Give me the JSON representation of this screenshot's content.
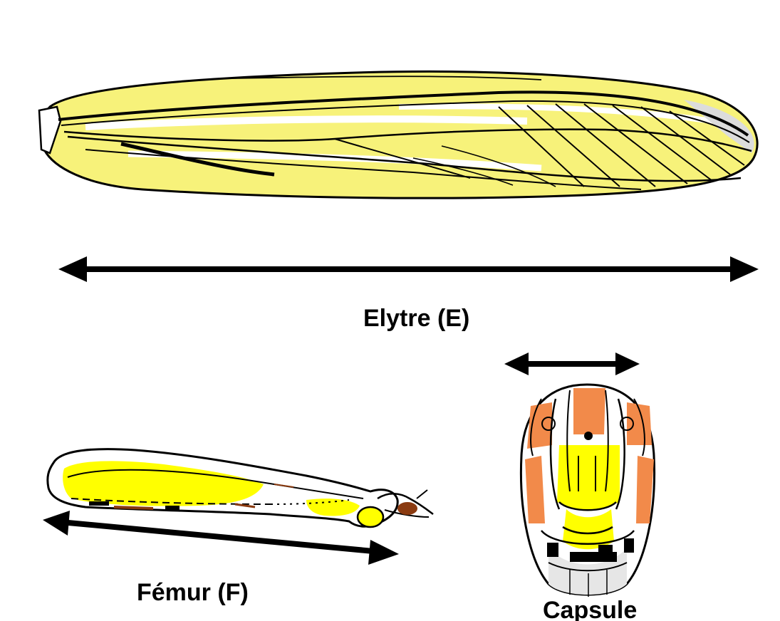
{
  "labels": {
    "elytre": "Elytre (E)",
    "femur": "Fémur (F)",
    "capsule": "Capsule"
  },
  "colors": {
    "ink": "#000000",
    "yellow_fill": "#f7f27a",
    "bright_yellow": "#ffff00",
    "orange_fill": "#f28a4a",
    "brown_spot": "#8a3a10",
    "grey_shade": "#d8d8d8"
  },
  "parts": [
    "elytre",
    "femur",
    "capsule"
  ],
  "icons": {
    "measure_arrow": "double-headed-arrow"
  }
}
